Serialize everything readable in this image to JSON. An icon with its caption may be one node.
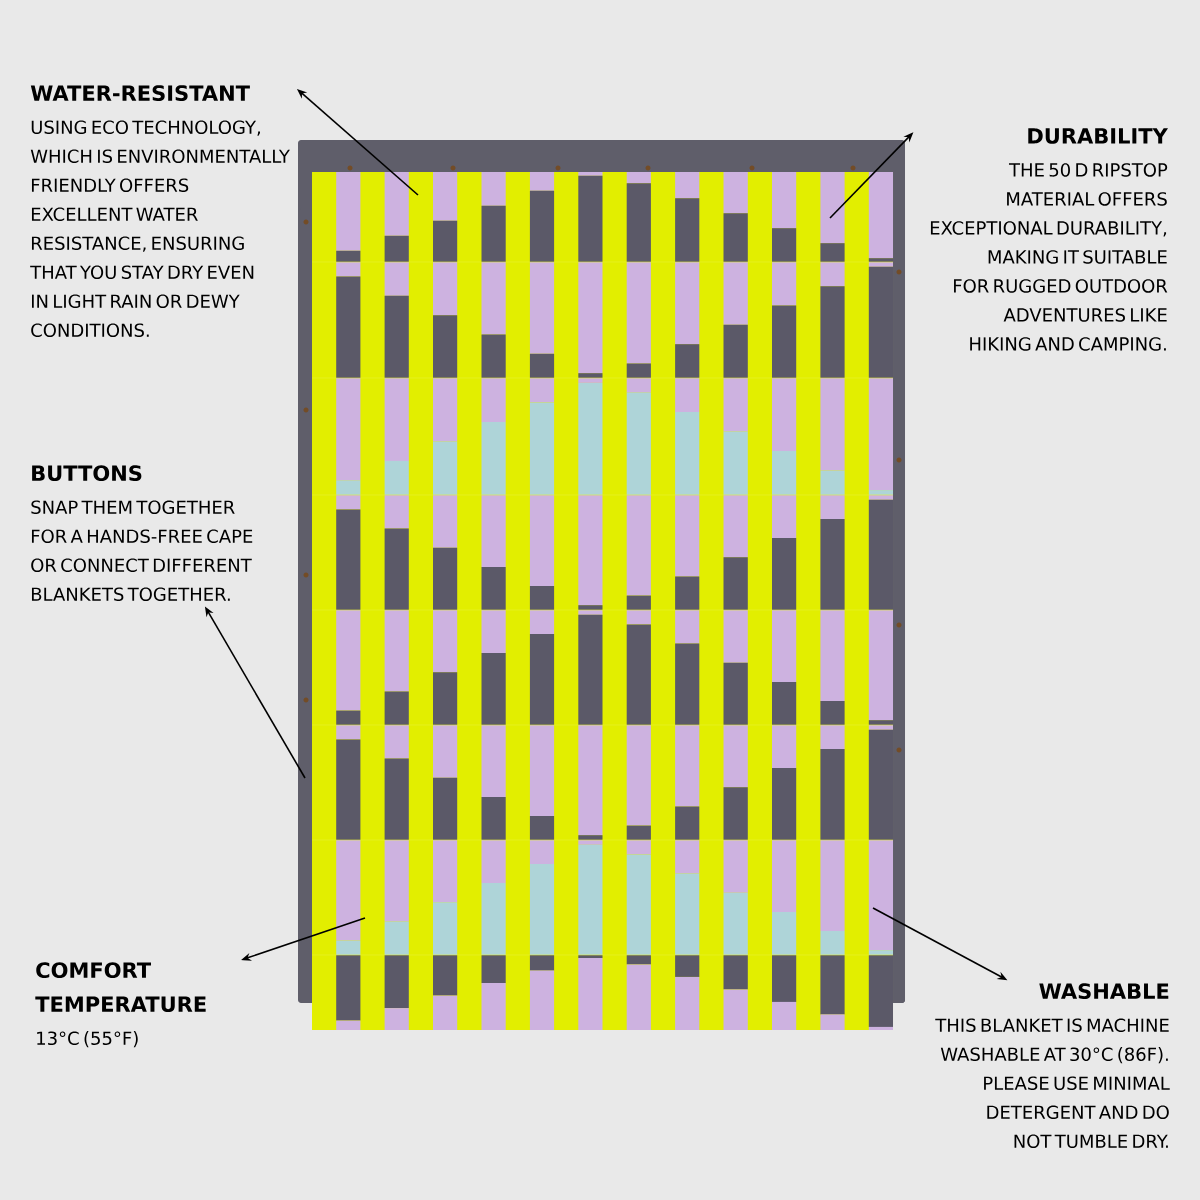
{
  "diagram": {
    "nodes": [
      {
        "text": [
          "WATER-RESISTANT",
          "USING ECO TECHNOLOGY, WHICH IS ENVIRONMENTALLY FRIENDLY OFFERS EXCELLENT WATER RESISTANCE, ENSURING THAT YOU STAY DRY EVEN IN LIGHT RAIN OR DEWY CONDITIONS."
        ]
      },
      {
        "text": [
          "DURABILITY",
          "THE 50 D RIPSTOP MATERIAL OFFERS EXCEPTIONAL DURABILITY, MAKING IT SUITABLE FOR RUGGED OUTDOOR ADVENTURES LIKE HIKING AND CAMPING."
        ]
      },
      {
        "text": [
          "BUTTONS",
          "SNAP THEM TOGETHER FOR A HANDS-FREE CAPE OR CONNECT DIFFERENT BLANKETS TOGETHER."
        ]
      },
      {
        "text": [
          "COMFORT TEMPERATURE",
          "13°C (55°F)"
        ]
      },
      {
        "text": [
          "WASHABLE",
          "THIS BLANKET IS MACHINE WASHABLE AT 30°C (86F). PLEASE USE MINIMAL DETERGENT AND DO NOT TUMBLE DRY."
        ]
      }
    ],
    "edges": [
      {
        "from": null,
        "to": 0,
        "arrow": "to"
      },
      {
        "from": null,
        "to": 1,
        "arrow": "to"
      },
      {
        "from": null,
        "to": 2,
        "arrow": "to"
      },
      {
        "from": null,
        "to": 3,
        "arrow": "to"
      },
      {
        "from": null,
        "to": 4,
        "arrow": "to"
      }
    ]
  }
}
